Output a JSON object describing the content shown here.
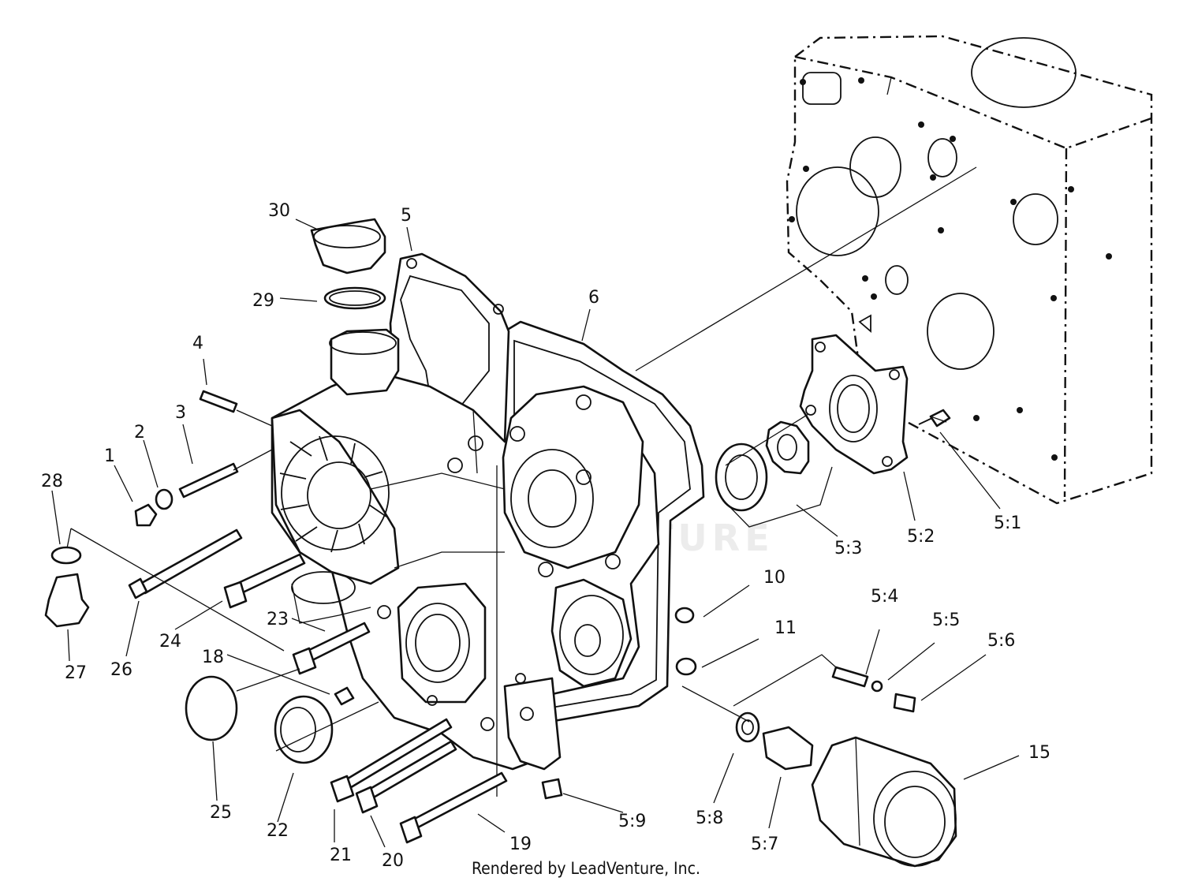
{
  "diagram": {
    "credit": "Rendered by LeadVenture, Inc.",
    "watermark": "LEADVENTURE",
    "callouts": {
      "c1": "1",
      "c2": "2",
      "c3": "3",
      "c4": "4",
      "c5": "5",
      "c6": "6",
      "c10": "10",
      "c11": "11",
      "c15": "15",
      "c18": "18",
      "c19": "19",
      "c20": "20",
      "c21": "21",
      "c22": "22",
      "c23": "23",
      "c24": "24",
      "c25": "25",
      "c26": "26",
      "c27": "27",
      "c28": "28",
      "c29": "29",
      "c30": "30",
      "c5_1": "5:1",
      "c5_2": "5:2",
      "c5_3": "5:3",
      "c5_4": "5:4",
      "c5_5": "5:5",
      "c5_6": "5:6",
      "c5_7": "5:7",
      "c5_8": "5:8",
      "c5_9": "5:9"
    }
  }
}
